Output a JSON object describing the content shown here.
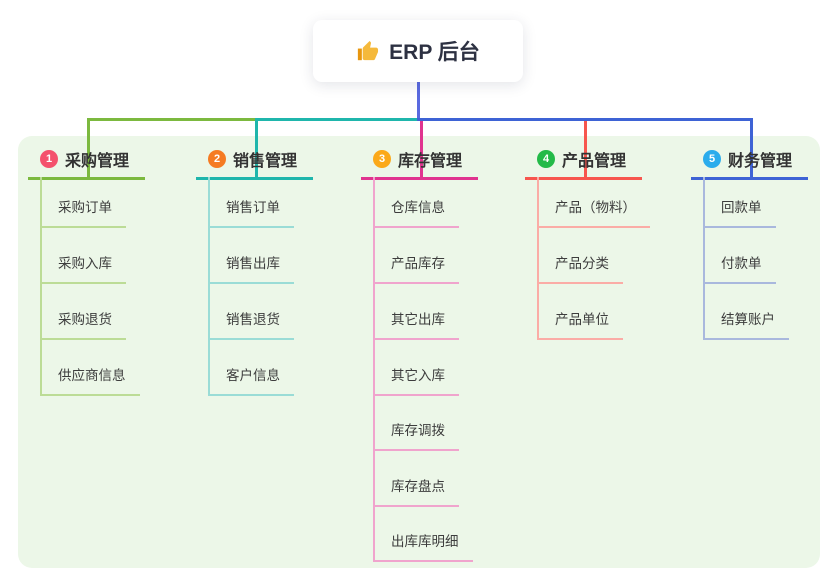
{
  "canvas": {
    "background": "#ecf7e8"
  },
  "root": {
    "label": "ERP 后台",
    "icon": "thumbs-up-icon",
    "icon_color": "#f5b93b",
    "connector_color": "#5a6ae0"
  },
  "branches": [
    {
      "index": "1",
      "label": "采购管理",
      "badge_color": "#f4516c",
      "line_color": "#7cb93f",
      "line_color_light": "#bcdc96",
      "children": [
        "采购订单",
        "采购入库",
        "采购退货",
        "供应商信息"
      ]
    },
    {
      "index": "2",
      "label": "销售管理",
      "badge_color": "#f57b22",
      "line_color": "#1fb6ac",
      "line_color_light": "#9adcd6",
      "children": [
        "销售订单",
        "销售出库",
        "销售退货",
        "客户信息"
      ]
    },
    {
      "index": "3",
      "label": "库存管理",
      "badge_color": "#fba919",
      "line_color": "#e0348f",
      "line_color_light": "#f0a4cd",
      "children": [
        "仓库信息",
        "产品库存",
        "其它出库",
        "其它入库",
        "库存调拨",
        "库存盘点",
        "出库库明细"
      ]
    },
    {
      "index": "4",
      "label": "产品管理",
      "badge_color": "#23ba48",
      "line_color": "#f7564e",
      "line_color_light": "#fbaca6",
      "children": [
        "产品（物料）",
        "产品分类",
        "产品单位"
      ]
    },
    {
      "index": "5",
      "label": "财务管理",
      "badge_color": "#2bacec",
      "line_color": "#3e63d5",
      "line_color_light": "#a9b8dd",
      "children": [
        "回款单",
        "付款单",
        "结算账户"
      ]
    }
  ]
}
